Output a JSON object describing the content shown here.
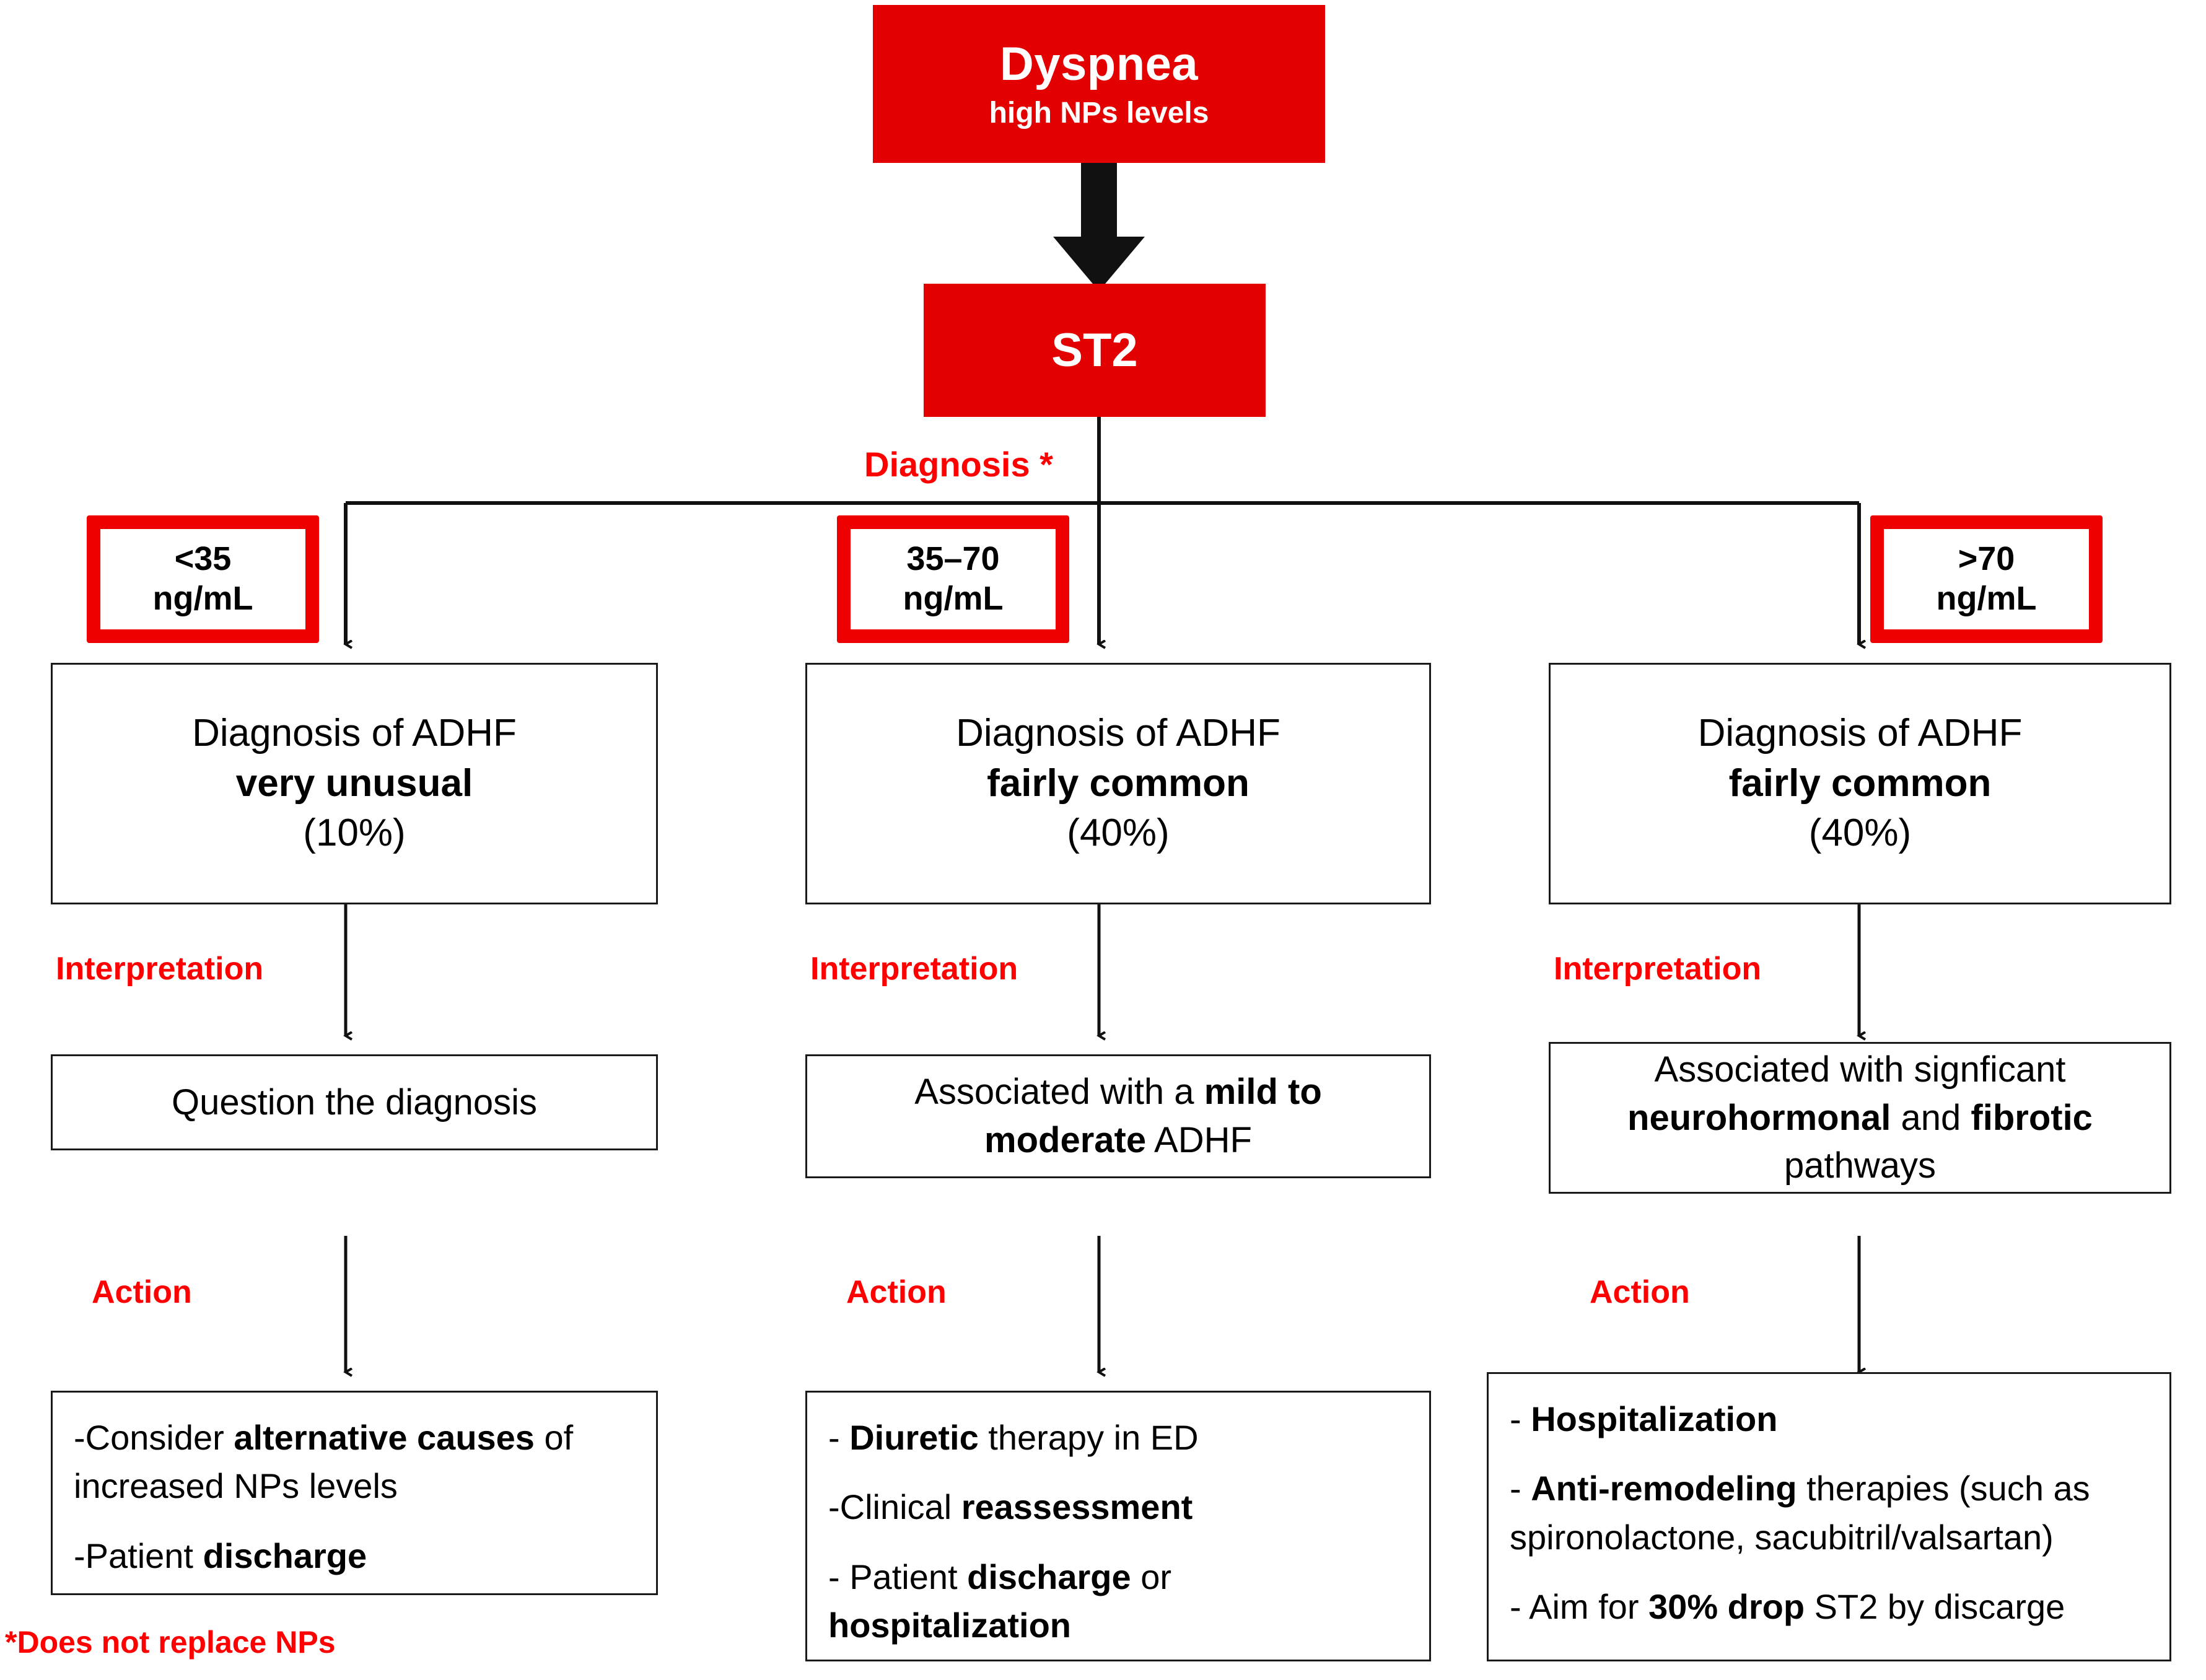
{
  "diagram": {
    "type": "flowchart",
    "accent_red_fill": "#E30000",
    "accent_red_outline": "#EE0000",
    "label_red": "#FF0000",
    "box_border": "#1a1a1a"
  },
  "root": {
    "title": "Dyspnea",
    "subtitle": "high NPs levels"
  },
  "biomarker": {
    "label": "ST2"
  },
  "branch_label": "Diagnosis *",
  "columns": [
    {
      "id": "low",
      "threshold_value": "<35",
      "threshold_unit": "ng/mL",
      "diagnosis": {
        "line1": "Diagnosis of ADHF",
        "line2_bold": "very unusual",
        "line3": "(10%)"
      },
      "interpretation_label": "Interpretation",
      "interpretation": {
        "lines": [
          {
            "parts": [
              {
                "t": "Question the diagnosis",
                "b": false
              }
            ]
          }
        ]
      },
      "action_label": "Action",
      "action": {
        "lines": [
          {
            "parts": [
              {
                "t": "-Consider ",
                "b": false
              },
              {
                "t": "alternative causes",
                "b": true
              },
              {
                "t": " of increased NPs levels",
                "b": false
              }
            ]
          },
          {
            "parts": [
              {
                "t": "-Patient ",
                "b": false
              },
              {
                "t": "discharge",
                "b": true
              }
            ]
          }
        ]
      }
    },
    {
      "id": "mid",
      "threshold_value": "35–70",
      "threshold_unit": "ng/mL",
      "diagnosis": {
        "line1": "Diagnosis of ADHF",
        "line2_bold": "fairly common",
        "line3": "(40%)"
      },
      "interpretation_label": "Interpretation",
      "interpretation": {
        "lines": [
          {
            "parts": [
              {
                "t": "Associated with a  ",
                "b": false
              },
              {
                "t": "mild to moderate",
                "b": true
              },
              {
                "t": " ADHF",
                "b": false
              }
            ]
          }
        ]
      },
      "action_label": "Action",
      "action": {
        "lines": [
          {
            "parts": [
              {
                "t": "- ",
                "b": false
              },
              {
                "t": "Diuretic",
                "b": true
              },
              {
                "t": " therapy in ED",
                "b": false
              }
            ]
          },
          {
            "parts": [
              {
                "t": "-Clinical ",
                "b": false
              },
              {
                "t": "reassessment",
                "b": true
              }
            ]
          },
          {
            "parts": [
              {
                "t": "- Patient ",
                "b": false
              },
              {
                "t": "discharge",
                "b": true
              },
              {
                "t": " or ",
                "b": false
              },
              {
                "t": "hospitalization",
                "b": true
              }
            ]
          }
        ]
      }
    },
    {
      "id": "high",
      "threshold_value": ">70",
      "threshold_unit": "ng/mL",
      "diagnosis": {
        "line1": "Diagnosis of ADHF",
        "line2_bold": "fairly common",
        "line3": "(40%)"
      },
      "interpretation_label": "Interpretation",
      "interpretation": {
        "lines": [
          {
            "parts": [
              {
                "t": "Associated with signficant ",
                "b": false
              },
              {
                "t": "neurohormonal",
                "b": true
              },
              {
                "t": " and ",
                "b": false
              },
              {
                "t": "fibrotic",
                "b": true
              },
              {
                "t": " pathways",
                "b": false
              }
            ]
          }
        ]
      },
      "action_label": "Action",
      "action": {
        "lines": [
          {
            "parts": [
              {
                "t": "- ",
                "b": false
              },
              {
                "t": "Hospitalization",
                "b": true
              }
            ]
          },
          {
            "parts": [
              {
                "t": "- ",
                "b": false
              },
              {
                "t": "Anti-remodeling",
                "b": true
              },
              {
                "t": " therapies (such as spironolactone, sacubitril/valsartan)",
                "b": false
              }
            ]
          },
          {
            "parts": [
              {
                "t": "- Aim for ",
                "b": false
              },
              {
                "t": "30% drop",
                "b": true
              },
              {
                "t": " ST2 by discarge",
                "b": false
              }
            ]
          }
        ]
      }
    }
  ],
  "footnote": "*Does not replace NPs"
}
